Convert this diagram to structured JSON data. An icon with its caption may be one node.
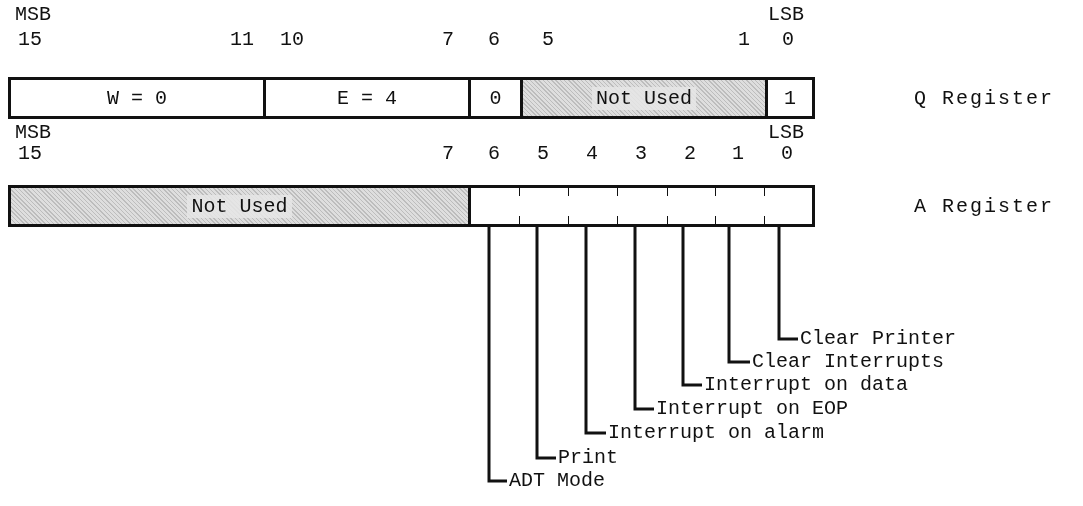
{
  "diagram": {
    "nodes": [
      {
        "text": [
          "W = 0"
        ]
      },
      {
        "text": [
          "E = 4"
        ]
      },
      {
        "text": [
          "0"
        ]
      },
      {
        "text": [
          "Not Used"
        ]
      },
      {
        "text": [
          "1"
        ]
      },
      {
        "text": [
          "Not Used"
        ]
      },
      {
        "text": [],
        "shape": "box"
      },
      {
        "text": [],
        "shape": "box"
      },
      {
        "text": [],
        "shape": "box"
      },
      {
        "text": [],
        "shape": "box"
      },
      {
        "text": [],
        "shape": "box"
      },
      {
        "text": [],
        "shape": "box"
      },
      {
        "text": [],
        "shape": "box"
      },
      {
        "text": [
          "Clear Printer"
        ]
      },
      {
        "text": [
          "Clear Interrupts"
        ]
      },
      {
        "text": [
          "Interrupt on data"
        ]
      },
      {
        "text": [
          "Interrupt on EOP"
        ]
      },
      {
        "text": [
          "Interrupt on alarm"
        ]
      },
      {
        "text": [
          "Print"
        ]
      },
      {
        "text": [
          "ADT Mode"
        ]
      }
    ],
    "edges": [
      {
        "from": 13,
        "to": 12,
        "arrow": "none"
      },
      {
        "from": 14,
        "to": 11,
        "arrow": "none"
      },
      {
        "from": 15,
        "to": 10,
        "arrow": "none"
      },
      {
        "from": 16,
        "to": 9,
        "arrow": "none"
      },
      {
        "from": 17,
        "to": 8,
        "arrow": "none"
      },
      {
        "from": 18,
        "to": 7,
        "arrow": "none"
      },
      {
        "from": 19,
        "to": 6,
        "arrow": "none"
      }
    ],
    "labels": [
      "MSB",
      "LSB",
      "15",
      "11",
      "10",
      "7",
      "6",
      "5",
      "1",
      "0",
      "Q Register",
      "MSB",
      "LSB",
      "15",
      "7",
      "6",
      "5",
      "4",
      "3",
      "2",
      "1",
      "0",
      "A Register"
    ]
  }
}
